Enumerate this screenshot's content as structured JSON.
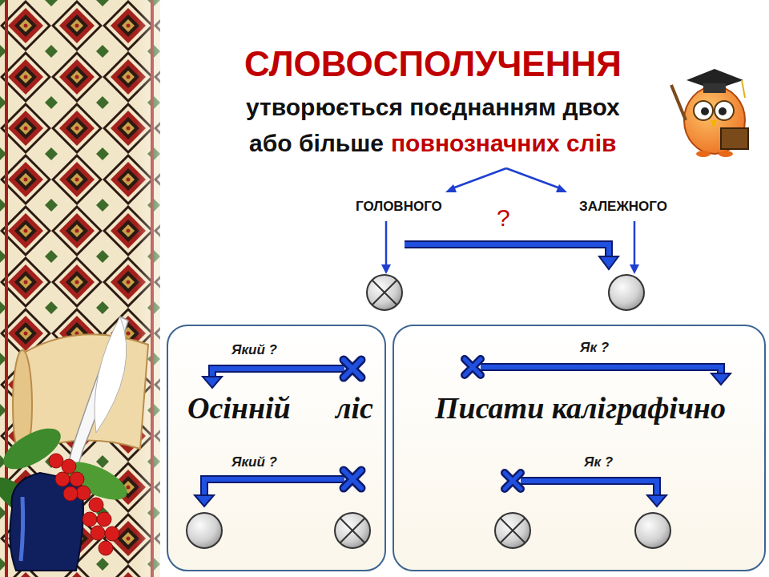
{
  "diagram": {
    "title": "СЛОВОСПОЛУЧЕННЯ",
    "nodes": [
      {
        "text": [
          "Який ?",
          "Осінній",
          "ліс",
          "Який ?"
        ]
      },
      {
        "text": [
          "Як ?",
          "Писати каліграфічно",
          "Як ?"
        ]
      }
    ],
    "labels": [
      "утворюється поєднанням двох",
      "або більше",
      "повнозначних слів",
      "ГОЛОВНОГО",
      "?",
      "ЗАЛЕЖНОГО"
    ]
  }
}
